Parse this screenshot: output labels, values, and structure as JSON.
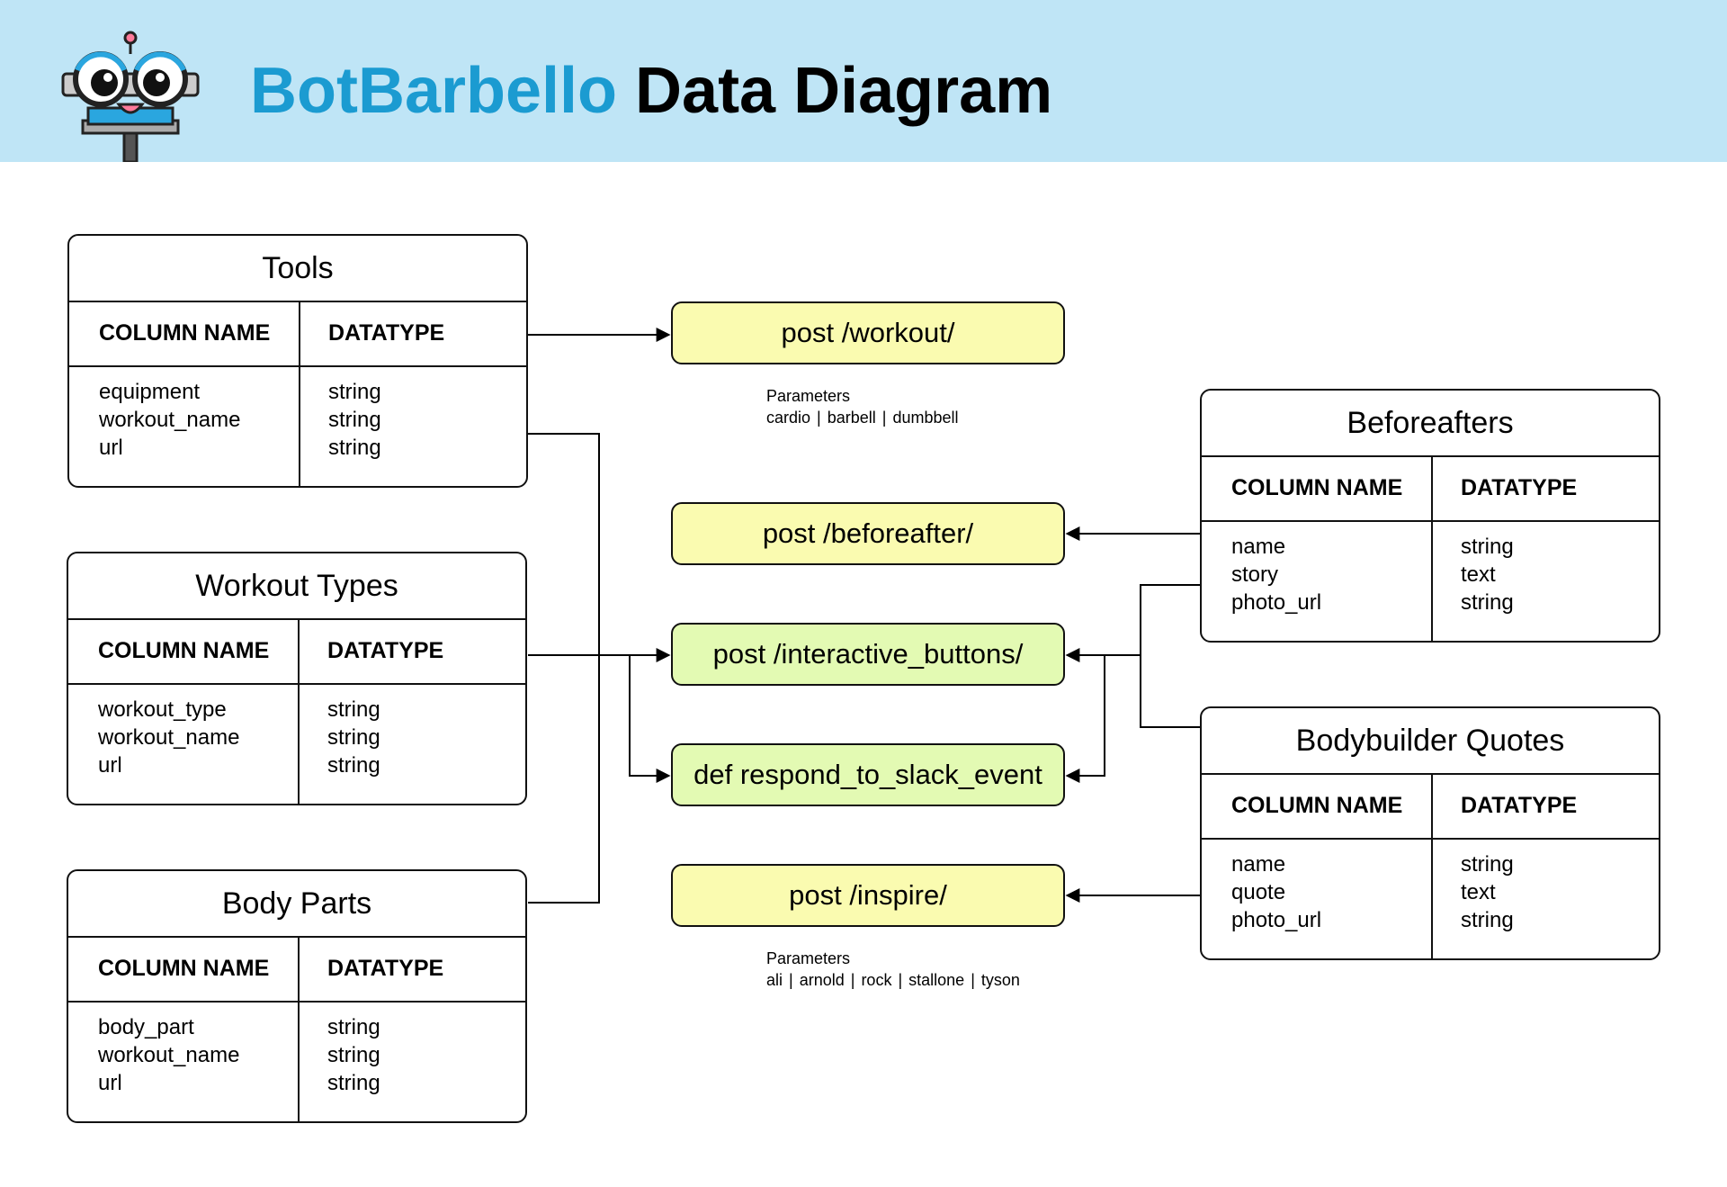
{
  "header": {
    "brand": "BotBarbello",
    "title_rest": " Data Diagram",
    "logo_icon": "robot-mascot-icon",
    "bg_color": "#bfe5f6",
    "brand_color": "#1b9bd1"
  },
  "table_headers": {
    "col1": "COLUMN NAME",
    "col2": "DATATYPE"
  },
  "tables": [
    {
      "title": "Tools",
      "columns": [
        "equipment",
        "workout_name",
        "url"
      ],
      "types": [
        "string",
        "string",
        "string"
      ]
    },
    {
      "title": "Workout Types",
      "columns": [
        "workout_type",
        "workout_name",
        "url"
      ],
      "types": [
        "string",
        "string",
        "string"
      ]
    },
    {
      "title": "Body Parts",
      "columns": [
        "body_part",
        "workout_name",
        "url"
      ],
      "types": [
        "string",
        "string",
        "string"
      ]
    },
    {
      "title": "Beforeafters",
      "columns": [
        "name",
        "story",
        "photo_url"
      ],
      "types": [
        "string",
        "text",
        "string"
      ]
    },
    {
      "title": "Bodybuilder Quotes",
      "columns": [
        "name",
        "quote",
        "photo_url"
      ],
      "types": [
        "string",
        "text",
        "string"
      ]
    }
  ],
  "endpoints": [
    {
      "label": "post /workout/",
      "color": "#fafbb0"
    },
    {
      "label": "post /beforeafter/",
      "color": "#fafbb0"
    },
    {
      "label": "post /interactive_buttons/",
      "color": "#e3fab3"
    },
    {
      "label": "def respond_to_slack_event",
      "color": "#e3fab3"
    },
    {
      "label": "post /inspire/",
      "color": "#fafbb0"
    }
  ],
  "params": [
    {
      "label": "Parameters",
      "values": [
        "cardio",
        "barbell",
        "dumbbell"
      ]
    },
    {
      "label": "Parameters",
      "values": [
        "ali",
        "arnold",
        "rock",
        "stallone",
        "tyson"
      ]
    }
  ],
  "param_separator": "|"
}
